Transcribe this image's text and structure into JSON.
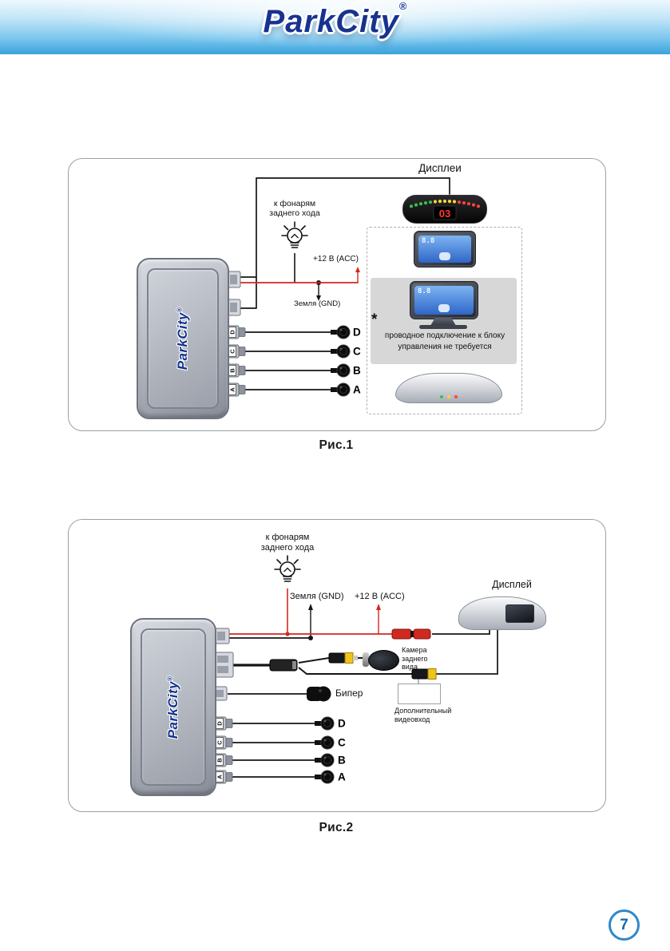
{
  "registered": "®",
  "fig1": {
    "caption": "Рис.1",
    "unit_logo": "ParkCity",
    "led_value": "03",
    "lcd_value": "8.8",
    "labels": {
      "displays": "Дисплеи",
      "reverse_lamps": "к фонарям\nзаднего хода",
      "acc": "+12 В (ACC)",
      "gnd": "Земля (GND)",
      "star": "*",
      "note": "проводное подключение к блоку\nуправления не требуется"
    },
    "sensors": [
      "D",
      "C",
      "B",
      "A"
    ]
  },
  "fig2": {
    "caption": "Рис.2",
    "unit_logo": "ParkCity",
    "labels": {
      "display": "Дисплей",
      "reverse_lamps": "к фонарям\nзаднего хода",
      "acc": "+12 В (ACC)",
      "gnd": "Земля (GND)",
      "camera": "Камера\nзаднего\nвида",
      "beeper": "Бипер",
      "aux_video": "Дополнительный\nвидеовход"
    },
    "sensors": [
      "D",
      "C",
      "B",
      "A"
    ]
  },
  "footer": {
    "brand": "ParkCity",
    "page_number": "7"
  }
}
